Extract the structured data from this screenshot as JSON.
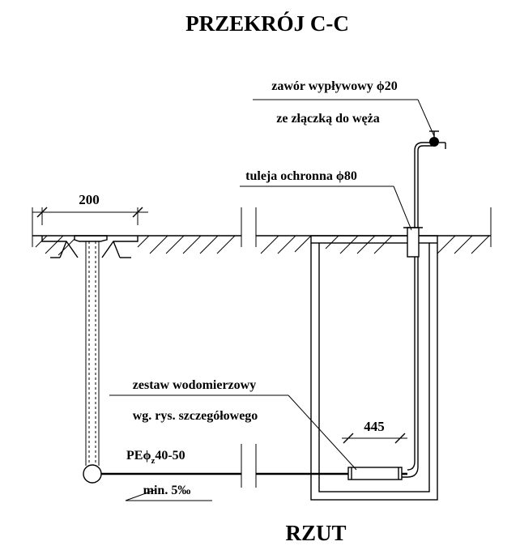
{
  "titles": {
    "section": "PRZEKRÓJ C-C",
    "plan": "RZUT"
  },
  "labels": {
    "valve_line1": "zawór wypływowy ϕ20",
    "valve_line2": "ze złączką do węża",
    "sleeve": "tuleja ochronna ϕ80",
    "meter_line1": "zestaw wodomierzowy",
    "meter_line2": "wg. rys. szczegółowego",
    "pipe_prefix": "PEϕ",
    "pipe_sub": "z",
    "pipe_suffix": "40-50",
    "slope": "min. 5‰"
  },
  "dimensions": {
    "left_width": "200",
    "meter_length": "445"
  }
}
